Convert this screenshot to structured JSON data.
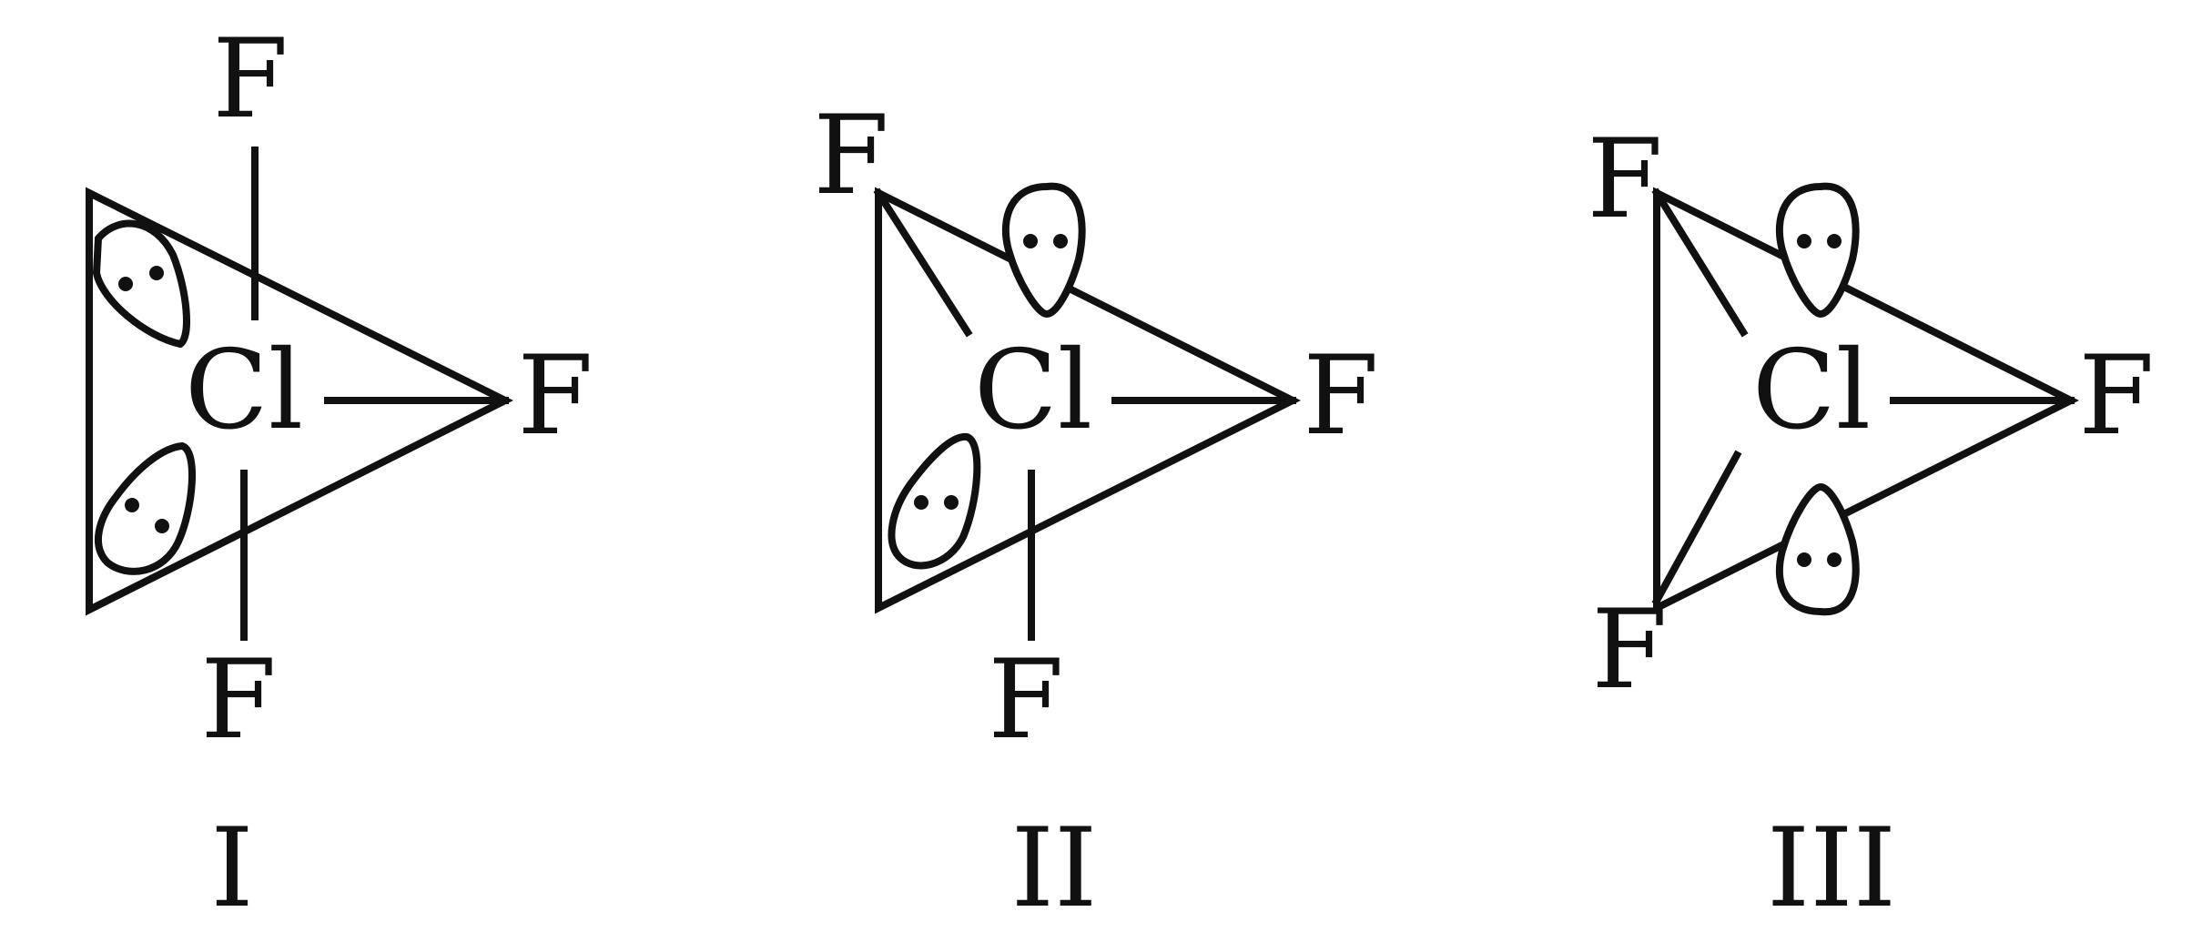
{
  "structures": [
    {
      "label": "I",
      "central_atom": "Cl",
      "atoms": {
        "top": "F",
        "right": "F",
        "bottom": "F"
      },
      "lone_pairs": 2
    },
    {
      "label": "II",
      "central_atom": "Cl",
      "atoms": {
        "top_left": "F",
        "right": "F",
        "bottom": "F"
      },
      "lone_pairs": 2
    },
    {
      "label": "III",
      "central_atom": "Cl",
      "atoms": {
        "top_left": "F",
        "right": "F",
        "bottom_left": "F"
      },
      "lone_pairs": 2
    }
  ],
  "colors": {
    "ink": "#111111",
    "background": "#ffffff"
  }
}
